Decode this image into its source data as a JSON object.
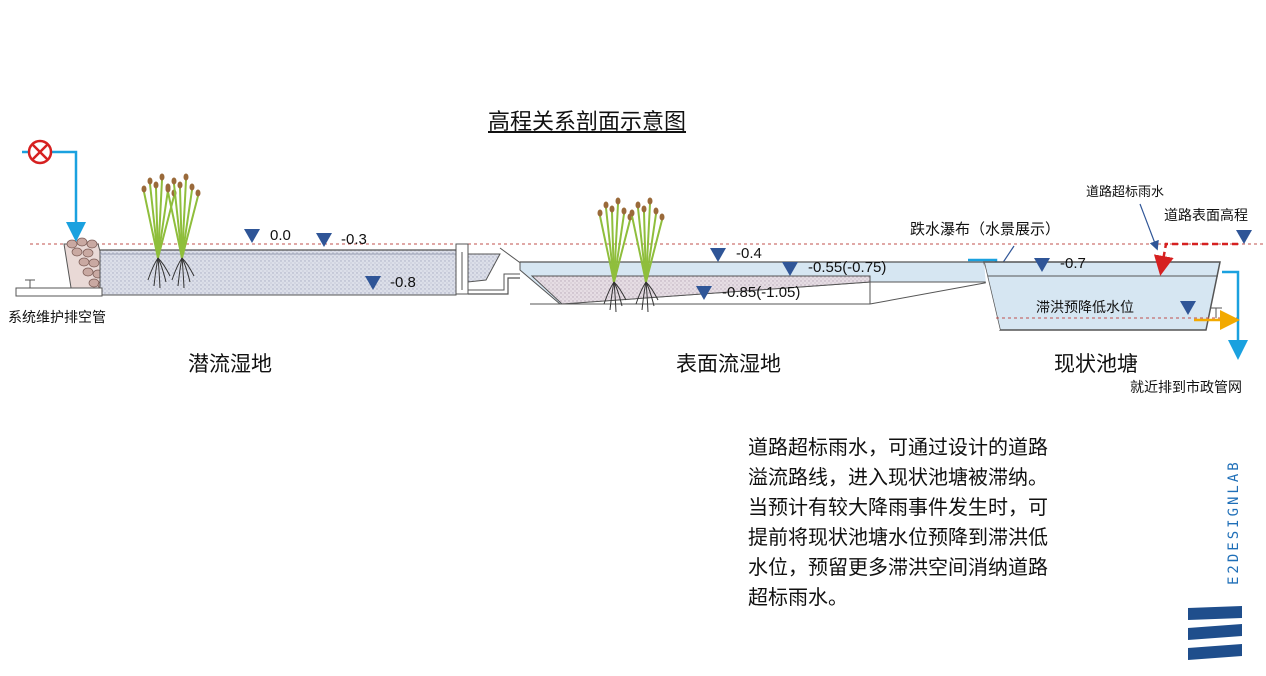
{
  "title": "高程关系剖面示意图",
  "labels": {
    "drain_pipe": "系统维护排空管",
    "waterfall": "跌水瀑布（水景展示）",
    "road_overflow": "道路超标雨水",
    "road_surface": "道路表面高程",
    "flood_low_level": "滞洪预降低水位",
    "to_municipal": "就近排到市政管网"
  },
  "sections": {
    "subsurface": "潜流湿地",
    "surface": "表面流湿地",
    "pond": "现状池塘"
  },
  "elevations": {
    "e1": "0.0",
    "e2": "-0.3",
    "e3": "-0.8",
    "e4": "-0.4",
    "e5": "-0.55(-0.75)",
    "e6": "-0.85(-1.05)",
    "e7": "-0.7"
  },
  "description": [
    "道路超标雨水，可通过设计的道路",
    "溢流路线，进入现状池塘被滞纳。",
    "当预计有较大降雨事件发生时，可",
    "提前将现状池塘水位预降到滞洪低",
    "水位，预留更多滞洪空间消纳道路",
    "超标雨水。"
  ],
  "brand": "E2DESIGNLAB",
  "colors": {
    "water_pipe": "#1aa1df",
    "marker": "#2f5597",
    "wetland_fill": "#d9dde8",
    "surface_water": "#d6e6f2",
    "dashed_line": "#c0504d",
    "overflow_arrow": "#d62020",
    "outlet_arrow": "#f2a900",
    "brand": "#1f6fb8"
  },
  "icons": [
    "closed-valve-icon",
    "plant-icon",
    "elevation-marker-icon"
  ]
}
